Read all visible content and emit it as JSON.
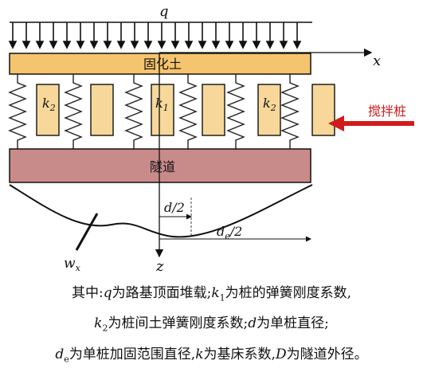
{
  "diagram": {
    "load_label": "q",
    "x_axis_label": "x",
    "z_axis_label": "z",
    "solidified_soil_label": "固化土",
    "tunnel_label": "隧道",
    "mixing_pile_label": "搅拌桩",
    "spring_k1_label": "k1",
    "spring_k2_left_label": "k2",
    "spring_k2_right_label": "k2",
    "half_d_label": "d/2",
    "half_de_label": "de/2",
    "deflection_label": "wx",
    "colors": {
      "soil_fill": "#f5c46e",
      "pile_fill": "#f7d89a",
      "tunnel_fill": "#c98a8a",
      "arrow_red": "#d01c1c",
      "ink": "#111111"
    }
  },
  "caption": {
    "line1": "其中:q为路基顶面堆载;k1为桩的弹簧刚度系数,",
    "line2": "k2为桩间土弹簧刚度系数;d为单桩直径;",
    "line3": "de为单桩加固范围直径,k为基床系数,D为隧道外径。"
  }
}
